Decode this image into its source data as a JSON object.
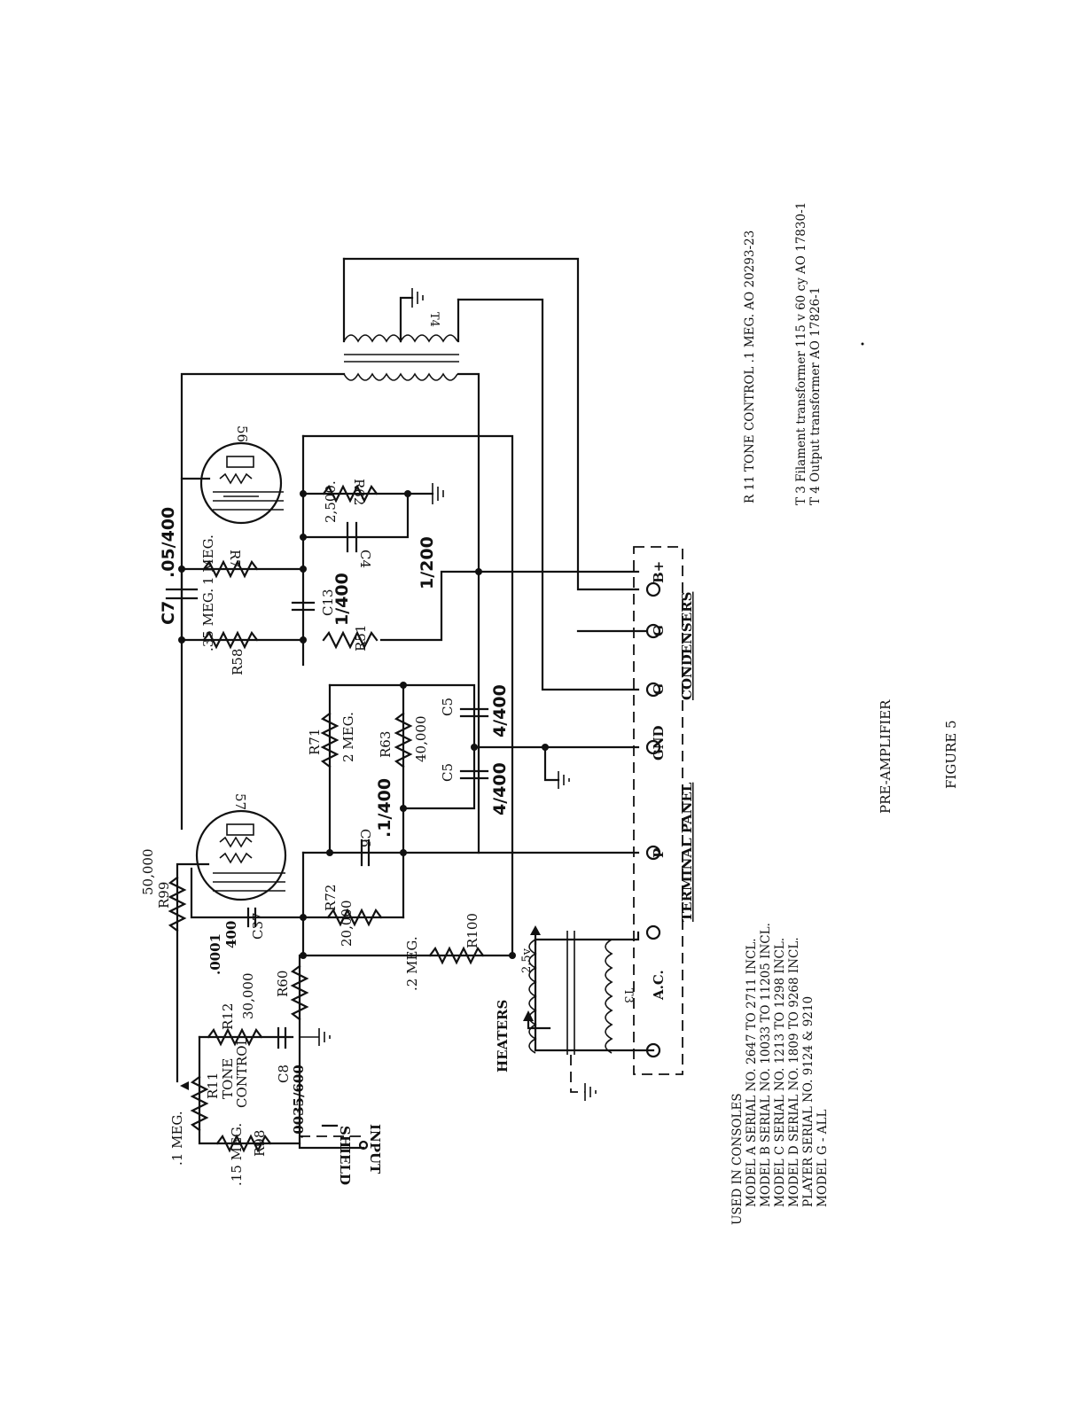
{
  "figure": {
    "title": "PRE-AMPLIFIER",
    "number": "FIGURE 5"
  },
  "tubes": {
    "first": "57",
    "second": "56"
  },
  "labels": {
    "input": "INPUT",
    "shield": "SHIELD",
    "heaters": "HEATERS",
    "heater_voltage": "2.5v",
    "terminal_panel": "TERMINAL PANEL",
    "condensers": "CONDENSERS"
  },
  "terminals": [
    "A.C.",
    "P",
    "GND",
    "G",
    "G",
    "B+"
  ],
  "components": {
    "r11_name": "R11",
    "r11_value": ".1 MEG.",
    "r11_desc_1": "TONE",
    "r11_desc_2": "CONTROL",
    "r12_name": "R12",
    "r12_value": "30,000",
    "r98_name": "R98",
    "r98_value": ".15 MEG.",
    "r99_name": "R99",
    "r99_value": "50,000",
    "r60_name": "R60",
    "r72_name": "R72",
    "r72_value": "20,000",
    "r100_name": "R100",
    "r100_value": ".2 MEG.",
    "r71_name": "R71",
    "r71_value": "2 MEG.",
    "r63_name": "R63",
    "r63_value": "40,000",
    "r58_name": "R58",
    "r58_value": ".35 MEG.",
    "r51_name": "R51",
    "r7_name": "R7",
    "r7_value": "1 MEG.",
    "r62_name": "R62",
    "r62_value": "2,500.",
    "c8_name": "C8",
    "c8_value": ".0035/600",
    "c37_name": "C37",
    "c37_value": ".0001",
    "c37_value2": "400",
    "c6_name": "C6",
    "c6_value": ".1/400",
    "c5a_name": "C5",
    "c5a_value": "4/400",
    "c5b_name": "C5",
    "c5b_value": "4/400",
    "c13_name": "C13",
    "c13_value": "1/400",
    "c7_name": "C7",
    "c7_value": ".05/400",
    "c4_name": "C4",
    "c4_value": "1/200",
    "t3_name": "T3",
    "t4_name": "T4"
  },
  "consoles": {
    "heading": "USED IN CONSOLES",
    "lines": [
      "MODEL A SERIAL NO. 2647 TO 2711 INCL.",
      "MODEL B SERIAL NO. 10033 TO 11205 INCL.",
      "MODEL C SERIAL NO. 1213 TO 1298 INCL.",
      "MODEL D SERIAL NO. 1809 TO 9268 INCL.",
      "PLAYER SERIAL NO. 9124 & 9210",
      "MODEL G - ALL"
    ]
  },
  "notes": {
    "r11": "R 11 TONE CONTROL .1 MEG. AO 20293-23",
    "t3": "T 3 Filament transformer 115 v 60 cy AO 17830-1",
    "t4": "T 4 Output transformer AO 17826-1"
  }
}
